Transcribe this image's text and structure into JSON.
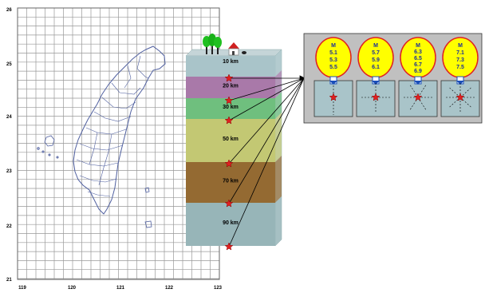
{
  "map": {
    "lat_labels": [
      "26",
      "25",
      "24",
      "23",
      "22",
      "21"
    ],
    "lon_labels": [
      "119",
      "120",
      "121",
      "122",
      "123"
    ]
  },
  "layers": [
    {
      "label": "10 km",
      "color": "#a9c4c9"
    },
    {
      "label": "20 km",
      "color": "#a979a9"
    },
    {
      "label": "30 km",
      "color": "#6fbf7e"
    },
    {
      "label": "50 km",
      "color": "#c3c873"
    },
    {
      "label": "70 km",
      "color": "#946a32"
    },
    {
      "label": "90 km",
      "color": "#97b5b8"
    }
  ],
  "panels": [
    {
      "header": "M",
      "values": [
        "5.1",
        "5.3",
        "5.5"
      ]
    },
    {
      "header": "M",
      "values": [
        "5.7",
        "5.9",
        "6.1"
      ]
    },
    {
      "header": "M",
      "values": [
        "6.3",
        "6.5",
        "6.7",
        "6.9"
      ]
    },
    {
      "header": "M",
      "values": [
        "7.1",
        "7.3",
        "7.5"
      ]
    }
  ],
  "icons": [
    "tree-icon",
    "house-icon",
    "star-icon"
  ],
  "colors": {
    "grid": "#999999",
    "coast": "#5060a0",
    "panel_bg": "#c0c0c0",
    "star": "#e02020",
    "circle": "#ffff00",
    "circle_border": "#e02020",
    "text_blue": "#1a2f99"
  }
}
